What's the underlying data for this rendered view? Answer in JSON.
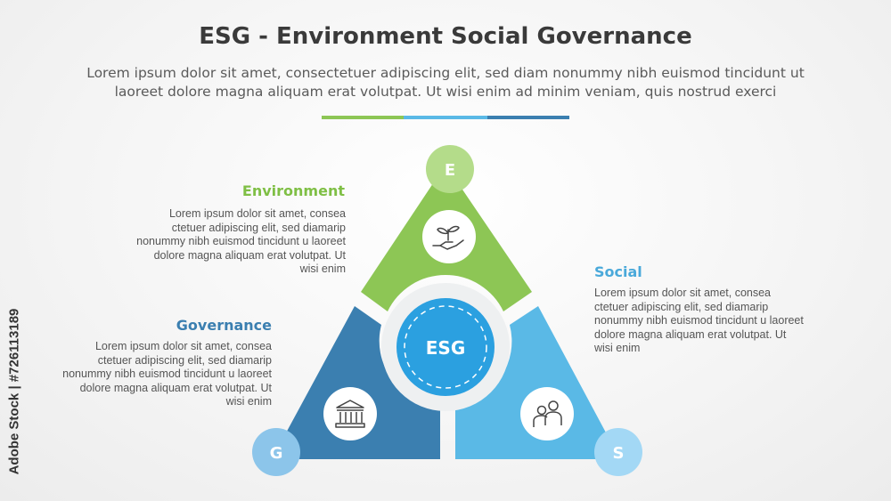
{
  "header": {
    "title": "ESG - Environment Social Governance",
    "subtitle": "Lorem ipsum dolor sit amet, consectetuer adipiscing elit, sed diam nonummy nibh euismod tincidunt ut laoreet dolore magna aliquam erat volutpat. Ut wisi enim ad minim veniam, quis nostrud exerci"
  },
  "center": {
    "label": "ESG"
  },
  "segments": {
    "environment": {
      "letter": "E",
      "title": "Environment",
      "text": "Lorem ipsum dolor sit amet, consea ctetuer adipiscing elit, sed diamarip nonummy nibh euismod tincidunt u laoreet dolore magna aliquam erat volutpat. Ut wisi enim",
      "icon": "plant-in-hand-icon",
      "color": "#8dc655"
    },
    "social": {
      "letter": "S",
      "title": "Social",
      "text": "Lorem ipsum dolor sit amet, consea ctetuer adipiscing elit, sed diamarip nonummy nibh euismod tincidunt u laoreet dolore magna aliquam erat volutpat. Ut wisi enim",
      "icon": "people-icon",
      "color": "#5ab9e6"
    },
    "governance": {
      "letter": "G",
      "title": "Governance",
      "text": "Lorem ipsum dolor sit amet, consea ctetuer adipiscing elit, sed diamarip nonummy nibh euismod tincidunt u laoreet dolore magna aliquam erat volutpat. Ut wisi enim",
      "icon": "government-building-icon",
      "color": "#3b7fb0"
    }
  },
  "watermark": {
    "text": "Adobe Stock | #726113189"
  }
}
